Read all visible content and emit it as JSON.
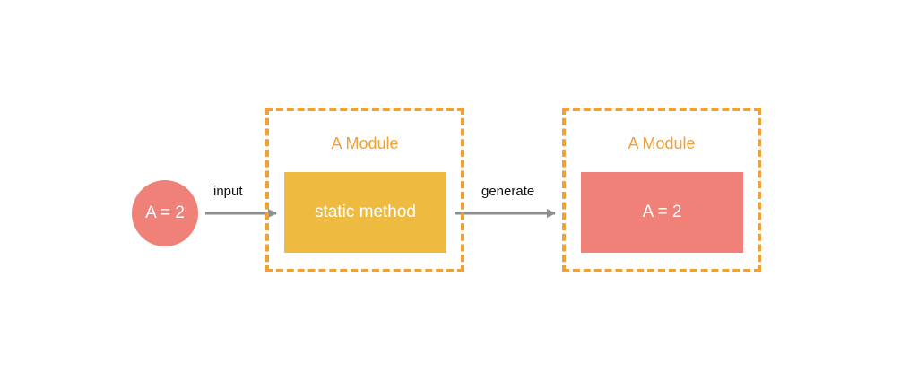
{
  "nodes": {
    "input_value": "A = 2",
    "module_left": {
      "title": "A Module",
      "inner_label": "static method"
    },
    "module_right": {
      "title": "A Module",
      "inner_label": "A = 2"
    }
  },
  "edges": {
    "input_label": "input",
    "generate_label": "generate"
  },
  "colors": {
    "salmon": "#f08179",
    "orange_dashed": "#f0a035",
    "yellow_method": "#eebb40",
    "arrow_gray": "#8e8e8e"
  }
}
